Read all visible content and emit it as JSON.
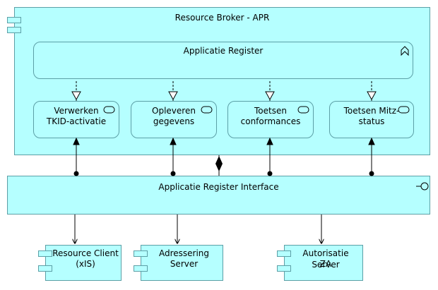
{
  "broker": {
    "title": "Resource Broker - APR"
  },
  "register": {
    "title": "Applicatie Register"
  },
  "functions": [
    {
      "line1": "Verwerken",
      "line2": "TKID-activatie"
    },
    {
      "line1": "Opleveren",
      "line2": "gegevens"
    },
    {
      "line1": "Toetsen",
      "line2": "conformances"
    },
    {
      "line1": "Toetsen Mitz-",
      "line2": "status"
    }
  ],
  "interface": {
    "title": "Applicatie Register Interface"
  },
  "components": [
    {
      "line1": "Resource Client",
      "line2": "(xIS)"
    },
    {
      "line1": "Adressering",
      "line2": "Server"
    },
    {
      "line1": "Autorisatie Server",
      "line2": "ZA"
    }
  ],
  "colors": {
    "fill": "#b5ffff",
    "border": "#5c9fa6"
  }
}
